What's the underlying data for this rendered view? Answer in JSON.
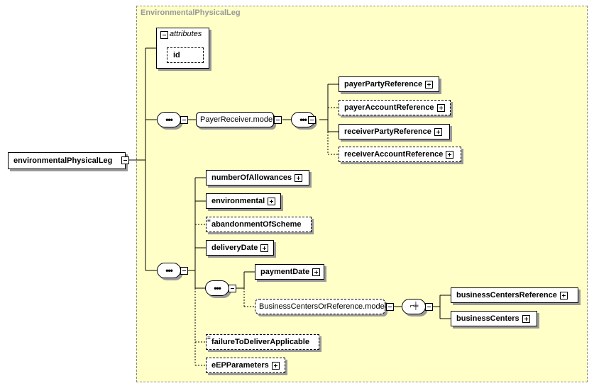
{
  "region": {
    "title": "EnvironmentalPhysicalLeg"
  },
  "root": {
    "label": "environmentalPhysicalLeg"
  },
  "attributes": {
    "heading": "attributes",
    "id": "id"
  },
  "payer_receiver": {
    "model": "PayerReceiver.model",
    "children": [
      "payerPartyReference",
      "payerAccountReference",
      "receiverPartyReference",
      "receiverAccountReference"
    ]
  },
  "sequence_children": {
    "numberOfAllowances": "numberOfAllowances",
    "environmental": "environmental",
    "abandonmentOfScheme": "abandonmentOfScheme",
    "deliveryDate": "deliveryDate",
    "paymentDate": "paymentDate",
    "businessCentersOrReference": "BusinessCentersOrReference.model",
    "businessCentersReference": "businessCentersReference",
    "businessCenters": "businessCenters",
    "failureToDeliverApplicable": "failureToDeliverApplicable",
    "eEPParameters": "eEPParameters"
  },
  "compositor_symbols": {
    "sequence": "•••",
    "choice": "⌐╪"
  }
}
